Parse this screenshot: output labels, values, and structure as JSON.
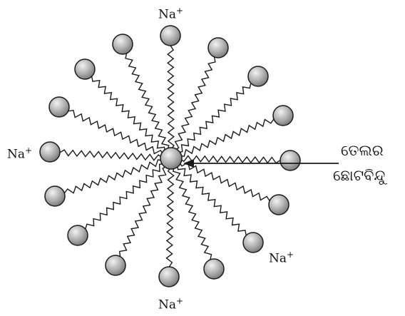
{
  "labels": {
    "ion_symbol": "Na",
    "ion_charge": "+",
    "pointer_line1": "ତେଲର",
    "pointer_line2": "ଛୋଟବିନ୍ଦୁ"
  },
  "colors": {
    "head_fill_light": "#e6e6e6",
    "head_fill_dark": "#8f8f8f",
    "stroke": "#1a1a1a"
  }
}
